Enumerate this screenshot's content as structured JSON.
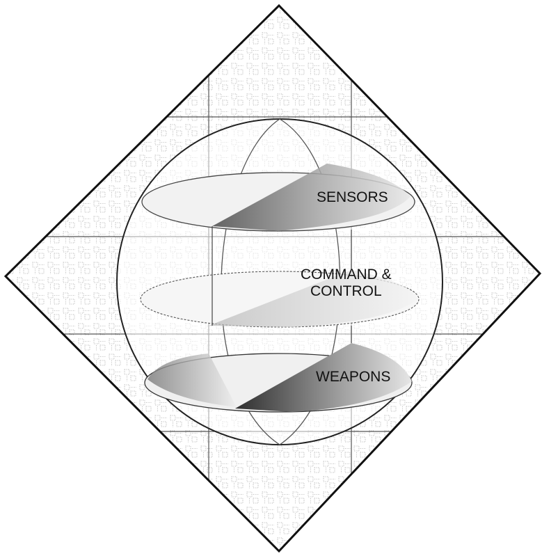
{
  "diagram": {
    "labels": {
      "sensors": "SENSORS",
      "command_line1": "COMMAND &",
      "command_line2": "CONTROL",
      "weapons": "WEAPONS"
    },
    "colors": {
      "outline": "#111111",
      "grid_line": "#555555",
      "pattern": "#9a9a9a",
      "shade_dark": "#4a4a4a",
      "shade_light": "#d8d8d8",
      "background": "#ffffff"
    }
  }
}
